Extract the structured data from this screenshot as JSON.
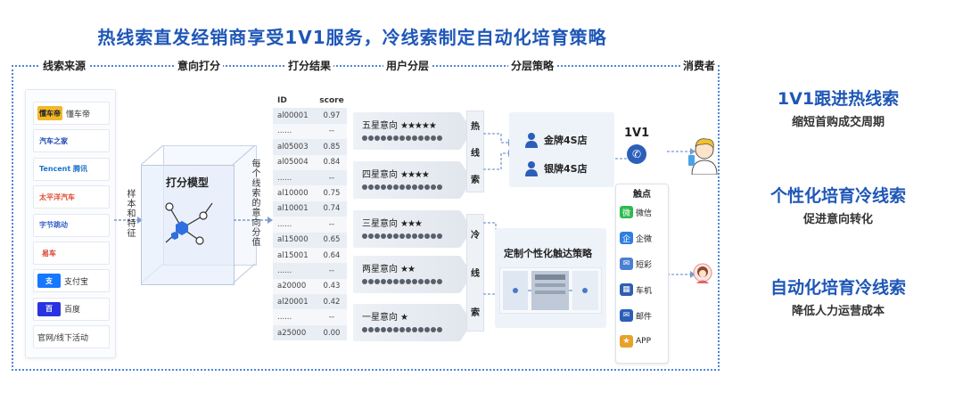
{
  "title": "热线索直发经销商享受1V1服务，冷线索制定自动化培育策略",
  "stages": [
    "线索来源",
    "意向打分",
    "打分结果",
    "用户分层",
    "分层策略",
    "消费者"
  ],
  "sources": [
    {
      "label": "懂车帝",
      "logo_text": "懂车帝",
      "logo_color": "#f2b82a",
      "logo_text_color": "#222"
    },
    {
      "label": "",
      "logo_text": "汽车之家",
      "logo_color": "#ffffff",
      "logo_text_color": "#1d49b7"
    },
    {
      "label": "",
      "logo_text": "Tencent 腾讯",
      "logo_color": "#ffffff",
      "logo_text_color": "#1a73c9"
    },
    {
      "label": "",
      "logo_text": "太平洋汽车",
      "logo_color": "#ffffff",
      "logo_text_color": "#e04a2c"
    },
    {
      "label": "",
      "logo_text": "字节跳动",
      "logo_color": "#ffffff",
      "logo_text_color": "#3a64c6"
    },
    {
      "label": "",
      "logo_text": "易车",
      "logo_color": "#ffffff",
      "logo_text_color": "#d63a2b"
    },
    {
      "label": "支付宝",
      "logo_text": "支",
      "logo_color": "#1677ff",
      "logo_text_color": "#ffffff"
    },
    {
      "label": "百度",
      "logo_text": "百",
      "logo_color": "#2932e1",
      "logo_text_color": "#ffffff"
    },
    {
      "label": "官网/线下活动",
      "logo_text": "",
      "logo_color": "#ffffff",
      "logo_text_color": "#333"
    }
  ],
  "sample_feature_label": "样本和特征",
  "model_label": "打分模型",
  "score_desc_label": "每个线索的意向分值",
  "score_table": {
    "headers": [
      "ID",
      "score"
    ],
    "rows": [
      [
        "al00001",
        "0.97"
      ],
      [
        "......",
        "--"
      ],
      [
        "al05003",
        "0.85"
      ],
      [
        "al05004",
        "0.84"
      ],
      [
        "......",
        "--"
      ],
      [
        "al10000",
        "0.75"
      ],
      [
        "al10001",
        "0.74"
      ],
      [
        "......",
        "--"
      ],
      [
        "al15000",
        "0.65"
      ],
      [
        "al15001",
        "0.64"
      ],
      [
        "......",
        "--"
      ],
      [
        "a20000",
        "0.43"
      ],
      [
        "al20001",
        "0.42"
      ],
      [
        "......",
        "--"
      ],
      [
        "a25000",
        "0.00"
      ]
    ]
  },
  "tiers": [
    {
      "label": "五星意向",
      "stars": "★★★★★"
    },
    {
      "label": "四星意向",
      "stars": "★★★★"
    },
    {
      "label": "三星意向",
      "stars": "★★★"
    },
    {
      "label": "两星意向",
      "stars": "★★"
    },
    {
      "label": "一星意向",
      "stars": "★"
    }
  ],
  "hot_lead_chars": [
    "热",
    "线",
    "索"
  ],
  "cold_lead_chars": [
    "冷",
    "线",
    "索"
  ],
  "dealers": [
    "金牌4S店",
    "银牌4S店"
  ],
  "one_v_one": "1V1",
  "strategy_label": "定制个性化触达策略",
  "touch_title": "触点",
  "touchpoints": [
    {
      "label": "微信",
      "color": "#2dbb4e",
      "glyph": "微"
    },
    {
      "label": "企微",
      "color": "#2f7ee0",
      "glyph": "企"
    },
    {
      "label": "短彩",
      "color": "#4b7fd1",
      "glyph": "✉"
    },
    {
      "label": "车机",
      "color": "#2e5fb0",
      "glyph": "▦"
    },
    {
      "label": "邮件",
      "color": "#2b5fb8",
      "glyph": "✉"
    },
    {
      "label": "APP",
      "color": "#e8a22a",
      "glyph": "★"
    }
  ],
  "results": [
    {
      "main": "1V1跟进热线索",
      "sub": "缩短首购成交周期"
    },
    {
      "main": "个性化培育冷线索",
      "sub": "促进意向转化"
    },
    {
      "main": "自动化培育冷线索",
      "sub": "降低人力运营成本"
    }
  ],
  "colors": {
    "accent": "#1f57b7",
    "frame": "#4f86d9"
  }
}
